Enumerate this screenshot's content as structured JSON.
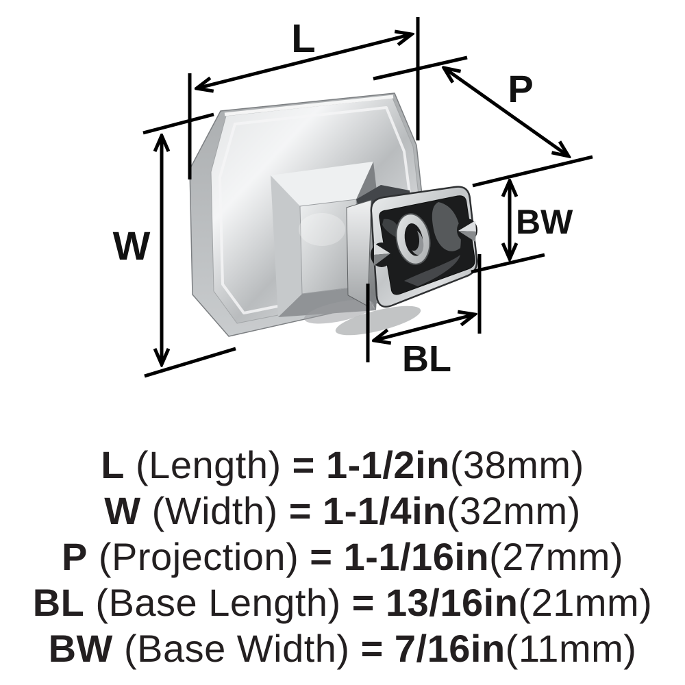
{
  "page": {
    "background_color": "#ffffff",
    "dimension_line_color": "#000000",
    "text_color": "#231f20",
    "metal_highlight_color": "#f4f5f6",
    "metal_mid_color": "#c3c6c8",
    "metal_shadow_color": "#8f9294",
    "recess_color": "#1b1c1d",
    "illustration": "octagonal-cabinet-knob-3d-view"
  },
  "diagram": {
    "labels": {
      "l": "L",
      "w": "W",
      "p": "P",
      "bw": "BW",
      "bl": "BL"
    }
  },
  "specs": [
    {
      "code": "L",
      "name": "(Length)",
      "eq": "=",
      "imperial": "1-1/2in",
      "metric": "(38mm)"
    },
    {
      "code": "W",
      "name": "(Width)",
      "eq": "=",
      "imperial": "1-1/4in",
      "metric": "(32mm)"
    },
    {
      "code": "P",
      "name": "(Projection)",
      "eq": "=",
      "imperial": "1-1/16in",
      "metric": "(27mm)"
    },
    {
      "code": "BL",
      "name": "(Base Length)",
      "eq": "=",
      "imperial": "13/16in",
      "metric": "(21mm)"
    },
    {
      "code": "BW",
      "name": "(Base Width)",
      "eq": "=",
      "imperial": "7/16in",
      "metric": "(11mm)"
    }
  ]
}
